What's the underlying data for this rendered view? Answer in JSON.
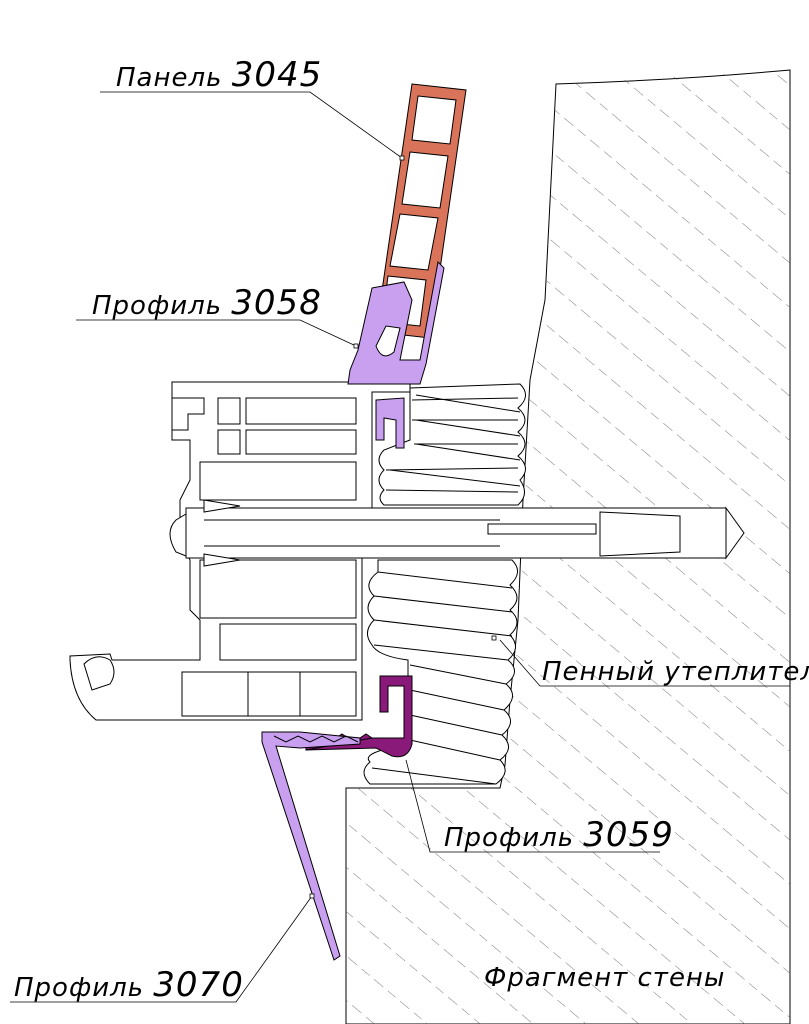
{
  "labels": {
    "panel": {
      "prefix": "Панель ",
      "number": "3045"
    },
    "profile_3058": {
      "prefix": "Профиль ",
      "number": "3058"
    },
    "foam": {
      "text": "Пенный утеплитель"
    },
    "profile_3059": {
      "prefix": "Профиль ",
      "number": "3059"
    },
    "profile_3070": {
      "prefix": "Профиль ",
      "number": "3070"
    },
    "wall": {
      "text": "Фрагмент стены"
    }
  },
  "colors": {
    "panel": "#d9735a",
    "profile_light": "#c9a0ef",
    "profile_dark": "#8a1a7a",
    "line": "#000000",
    "background": "#ffffff"
  }
}
